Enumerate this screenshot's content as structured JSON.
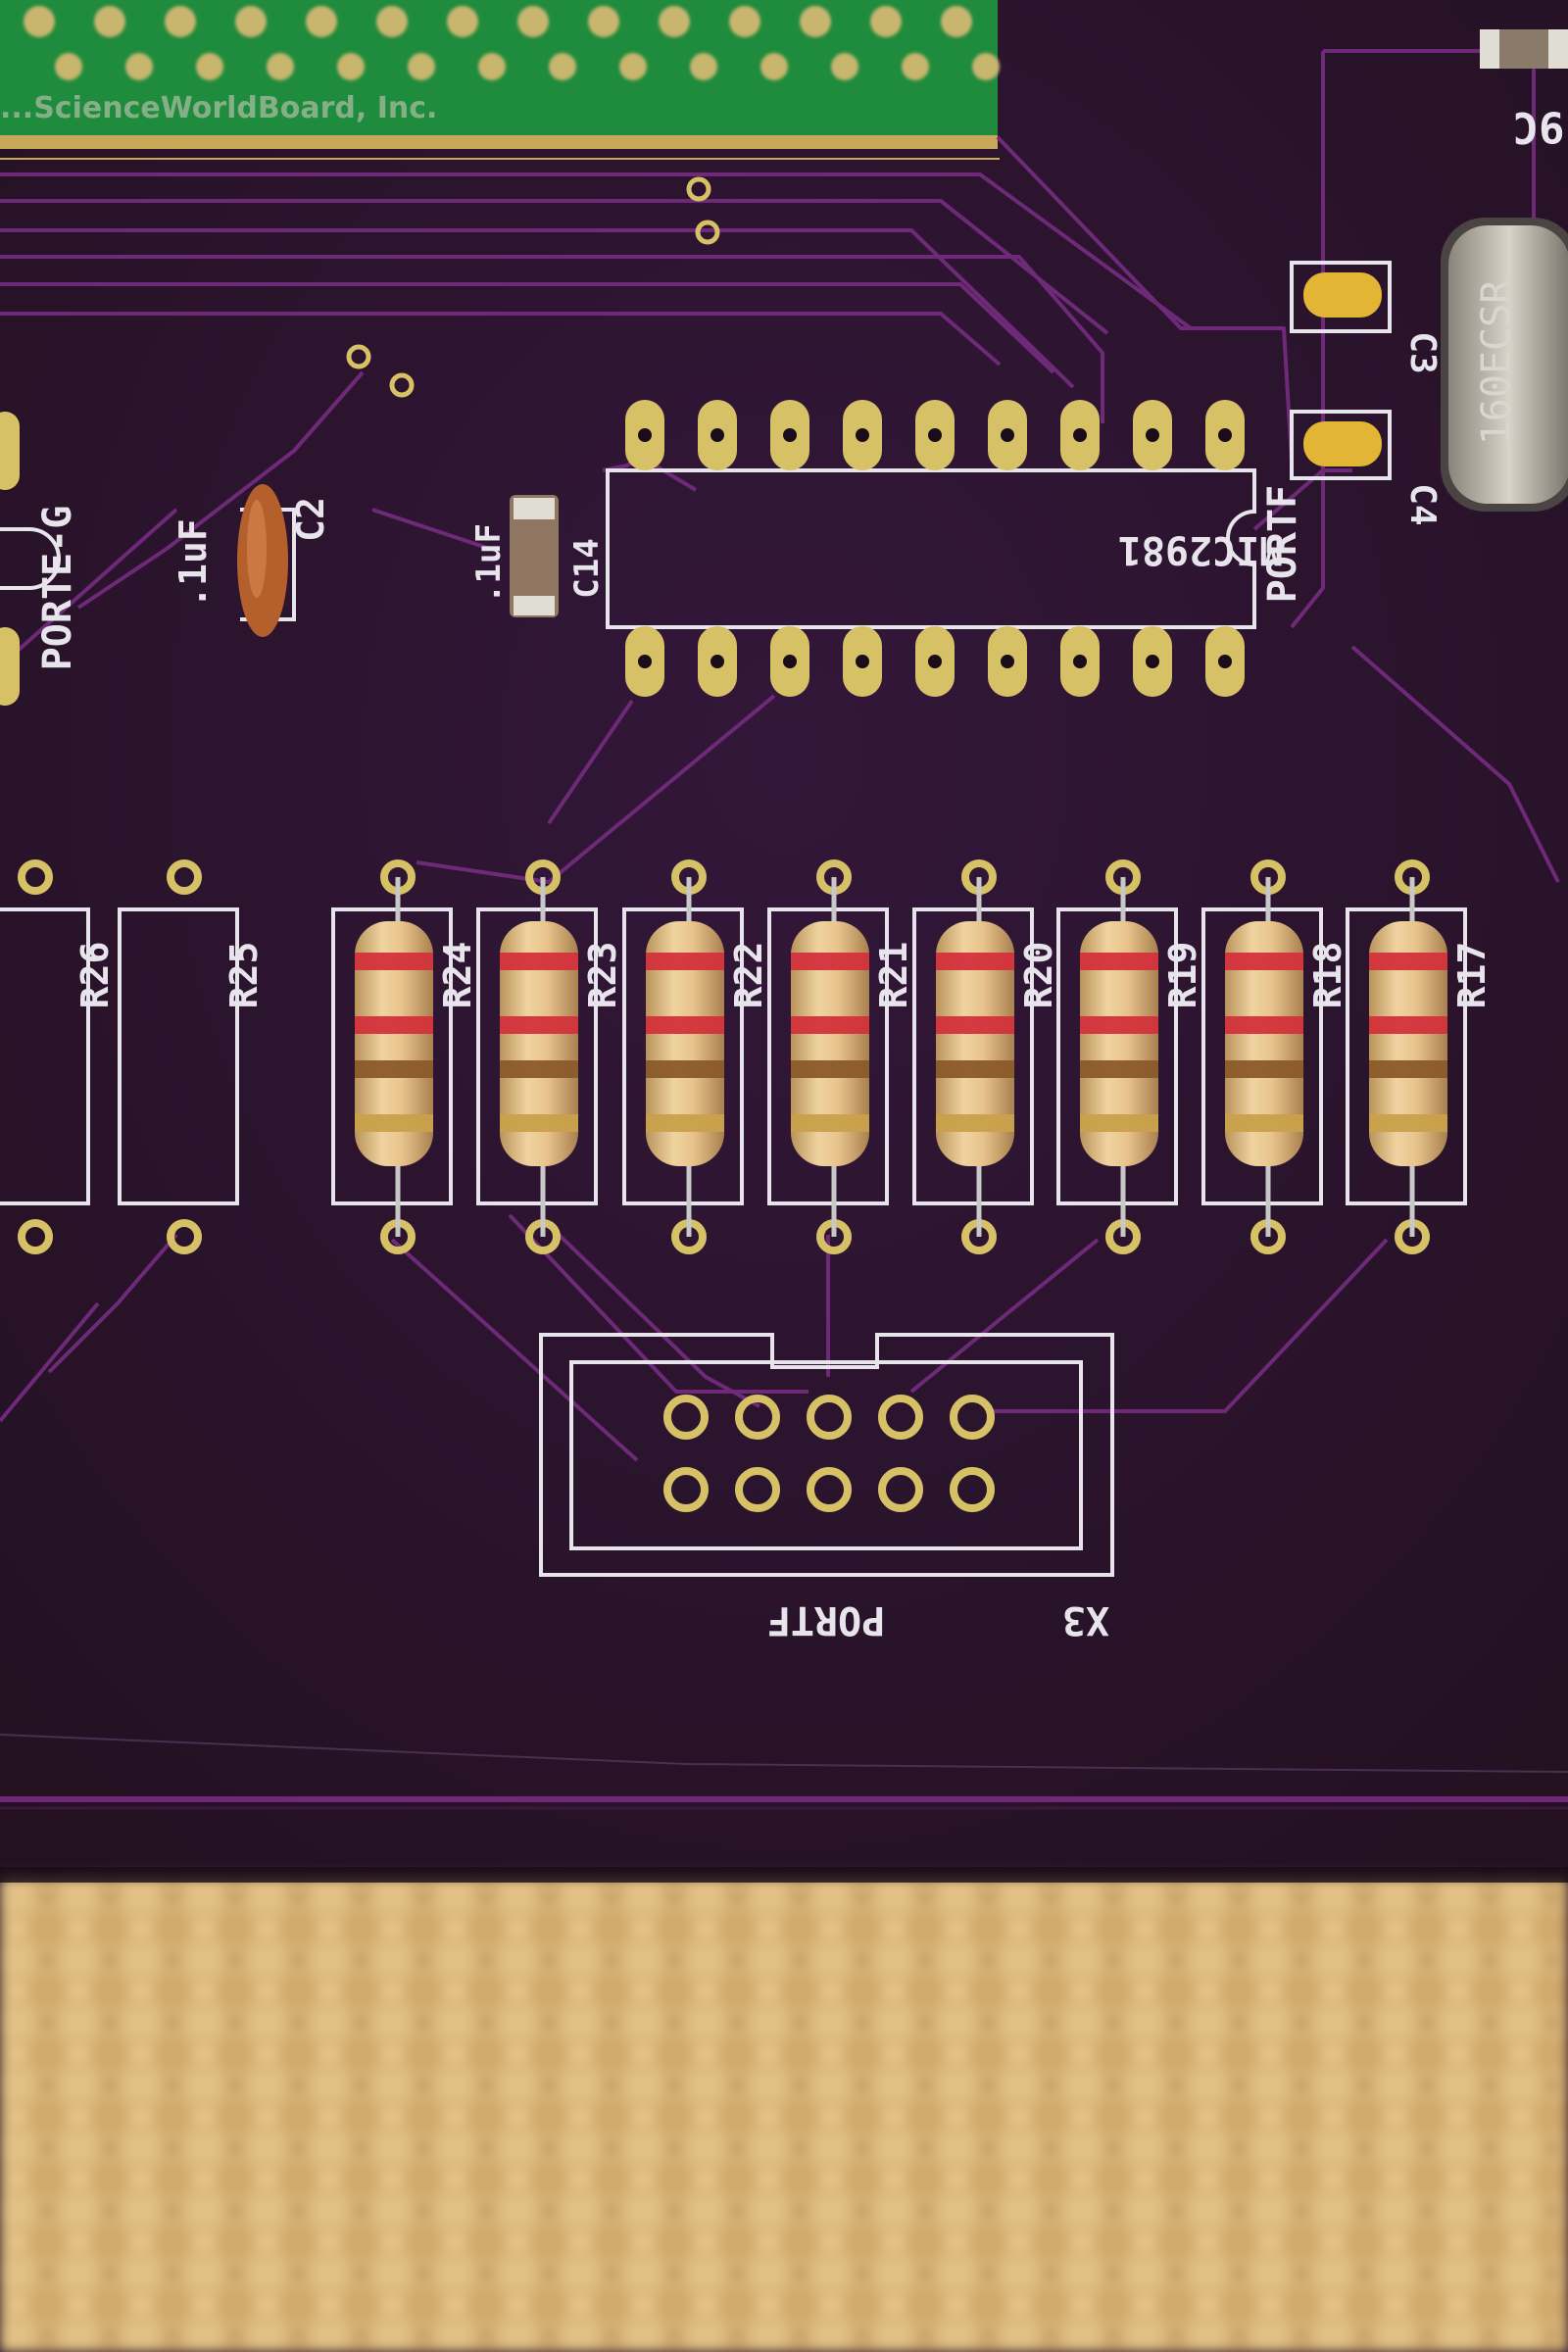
{
  "board": {
    "colors": {
      "soldermask": "#2c1230",
      "trace": "#6e2a78",
      "silkscreen": "#e8e4ec",
      "pad_gold": "#d6c167",
      "daughterboard": "#1d8a3a",
      "table_surface": "#d8b77c"
    },
    "daughterboard_text": "...ScienceWorldBoard, Inc.",
    "labels": {
      "ic_part": "MIC2981",
      "ic_port": "PORTF",
      "left_port": "PORTE-G",
      "cap_c14": "C14",
      "cap_c14_value": ".1uF",
      "cap_c2": "C2",
      "cap_c2_value": ".1uF",
      "cap_c3": "C3",
      "cap_c4": "C4",
      "crystal_marking": "160ECSR",
      "header_ref": "X3",
      "header_port": "PORTF",
      "top_right_ref": "9C"
    },
    "resistors": [
      {
        "ref": "R26",
        "populated": false
      },
      {
        "ref": "R25",
        "populated": false
      },
      {
        "ref": "R24",
        "populated": true
      },
      {
        "ref": "R23",
        "populated": true
      },
      {
        "ref": "R22",
        "populated": true
      },
      {
        "ref": "R21",
        "populated": true
      },
      {
        "ref": "R20",
        "populated": true
      },
      {
        "ref": "R19",
        "populated": true
      },
      {
        "ref": "R18",
        "populated": true
      },
      {
        "ref": "R17",
        "populated": true
      }
    ],
    "resistor_bands": [
      "red",
      "red",
      "brown",
      "gold"
    ]
  }
}
